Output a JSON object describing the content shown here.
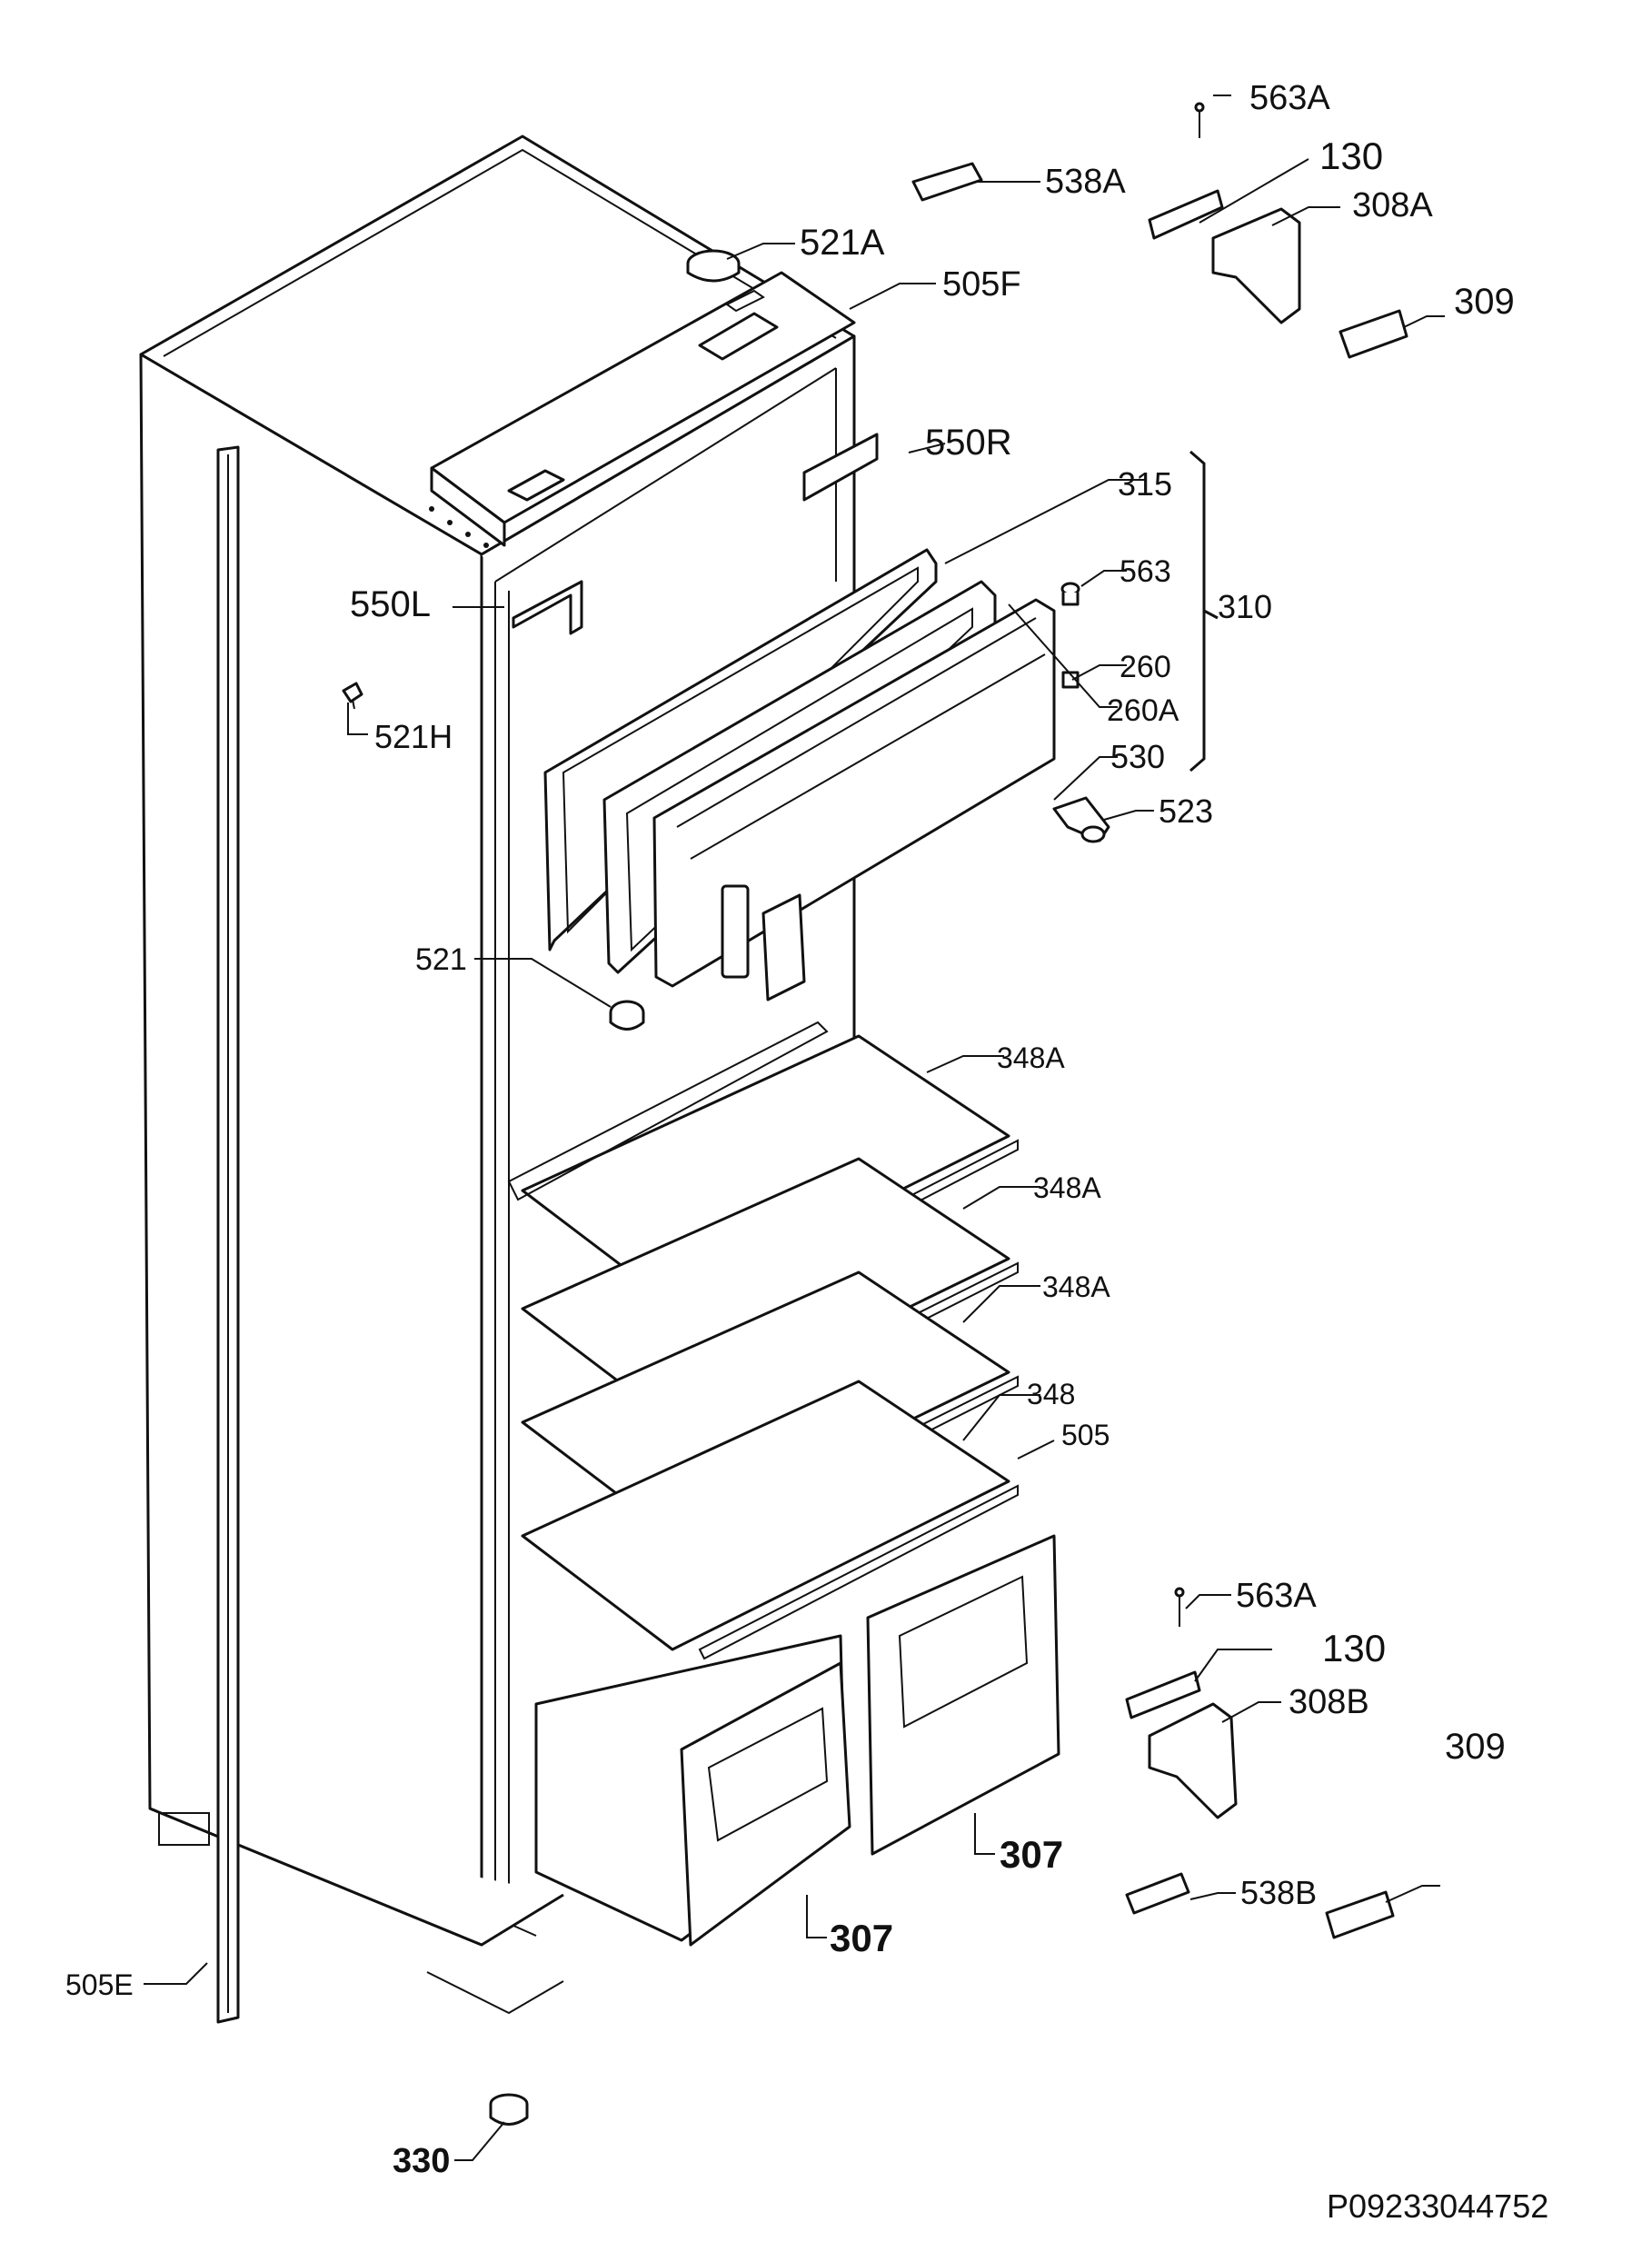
{
  "labels": {
    "563A_top": "563A",
    "538A": "538A",
    "130_top": "130",
    "308A": "308A",
    "521A": "521A",
    "505F": "505F",
    "309_top": "309",
    "550R": "550R",
    "315": "315",
    "563": "563",
    "550L": "550L",
    "310": "310",
    "260": "260",
    "521H": "521H",
    "260A": "260A",
    "530": "530",
    "523": "523",
    "521": "521",
    "348A_1": "348A",
    "348A_2": "348A",
    "348A_3": "348A",
    "348": "348",
    "505": "505",
    "563A_bottom": "563A",
    "130_bottom": "130",
    "308B": "308B",
    "309_bottom": "309",
    "307_right": "307",
    "538B": "538B",
    "307_left": "307",
    "505E": "505E",
    "330": "330"
  },
  "drawing_code": "P09233044752"
}
